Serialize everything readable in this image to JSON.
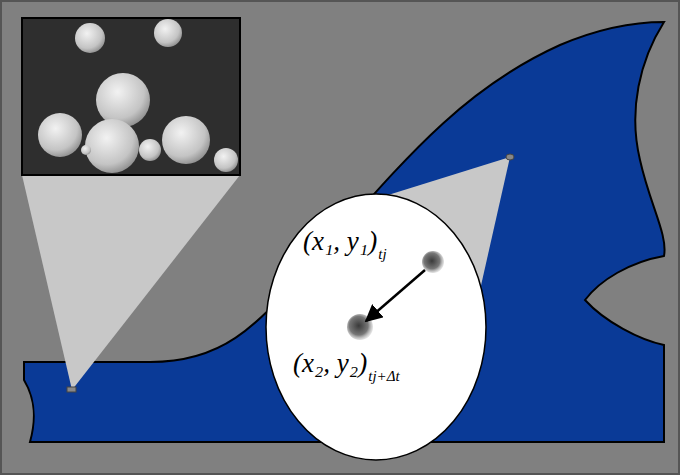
{
  "diagram": {
    "labels": [
      "(x₁, y₁)",
      "tj",
      "(x₂, y₂)",
      "tj+Δt"
    ]
  }
}
